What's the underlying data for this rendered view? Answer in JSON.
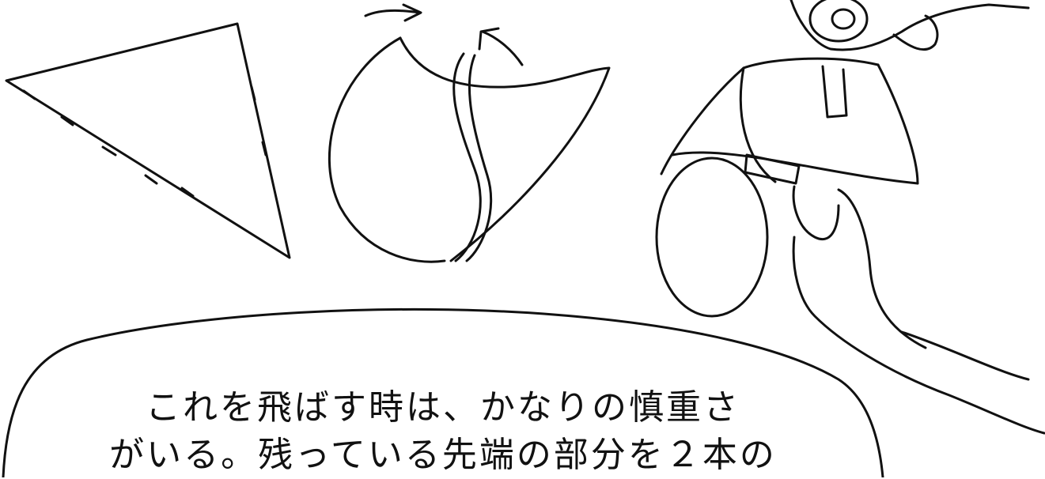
{
  "illustration": {
    "steps": [
      {
        "name": "triangle-sheet",
        "icon": "paper-triangle-icon"
      },
      {
        "name": "rolling-cone",
        "icon": "rolling-cone-icon"
      },
      {
        "name": "taping-cone",
        "icon": "taping-hands-icon"
      }
    ]
  },
  "caption": {
    "line1": "これを飛ばす時は、かなりの慎重さ",
    "line2": "がいる。残っている先端の部分を２本の"
  },
  "colors": {
    "ink": "#111111",
    "paper": "#ffffff"
  }
}
